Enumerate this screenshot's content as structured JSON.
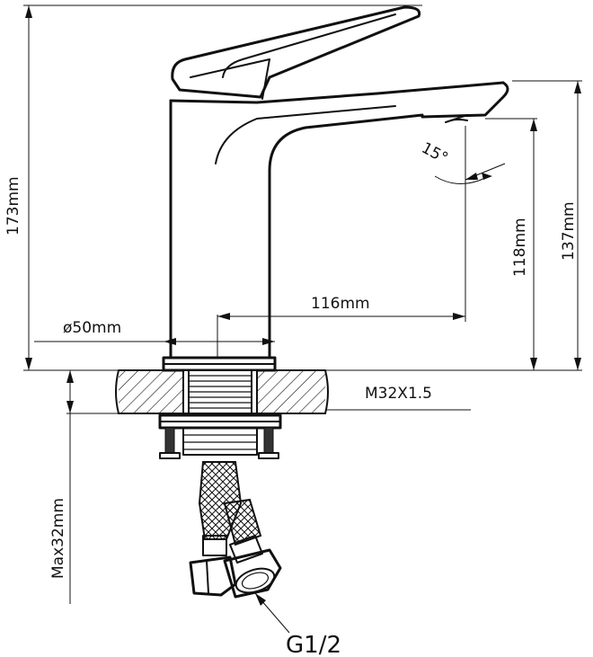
{
  "labels": {
    "total_height": "173mm",
    "spout_height": "137mm",
    "outlet_height": "118mm",
    "spout_reach": "116mm",
    "base_diameter": "ø50mm",
    "thread": "M32X1.5",
    "max_thickness": "Max32mm",
    "connection": "G1/2",
    "angle": "15°"
  }
}
